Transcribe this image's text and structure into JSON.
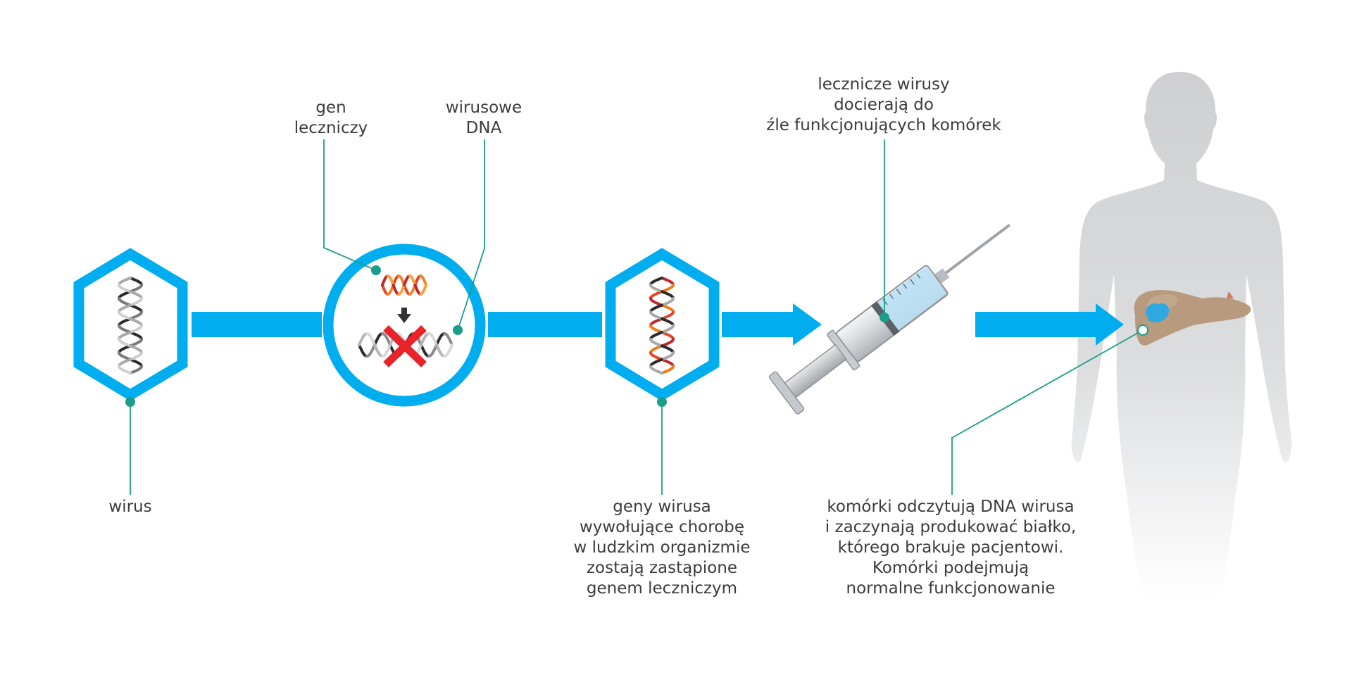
{
  "labels": {
    "virus": "wirus",
    "therapeutic_gene": "gen\nleczniczy",
    "viral_dna": "wirusowe\nDNA",
    "replaced_genes": "geny wirusa\nwywołujące chorobę\nw ludzkim organizmie\nzostają zastąpione\ngenem leczniczym",
    "viruses_reach_cells": "lecznicze wirusy\ndocierają do\nźle funkcjonujących komórek",
    "cells_produce_protein": "komórki odczytują DNA wirusa\ni zaczynają produkować białko,\nktórego brakuje pacjentowi.\nKomórki podejmują\nnormalne funkcjonowanie"
  },
  "icons": [
    "virus-hexagon-icon",
    "dna-helix-icon",
    "magnifier-circle-icon",
    "down-arrow-icon",
    "red-x-icon",
    "syringe-icon",
    "human-silhouette-icon",
    "liver-icon"
  ],
  "colors": {
    "process_blue": "#00adee",
    "leader_teal": "#1a9e8b",
    "cross_red": "#e8232a",
    "silhouette_gray": "#d4d4d6",
    "liver_brown": "#b89a7e",
    "liver_spot": "#2fa8e0",
    "syringe_liquid": "#b9e0f4"
  }
}
